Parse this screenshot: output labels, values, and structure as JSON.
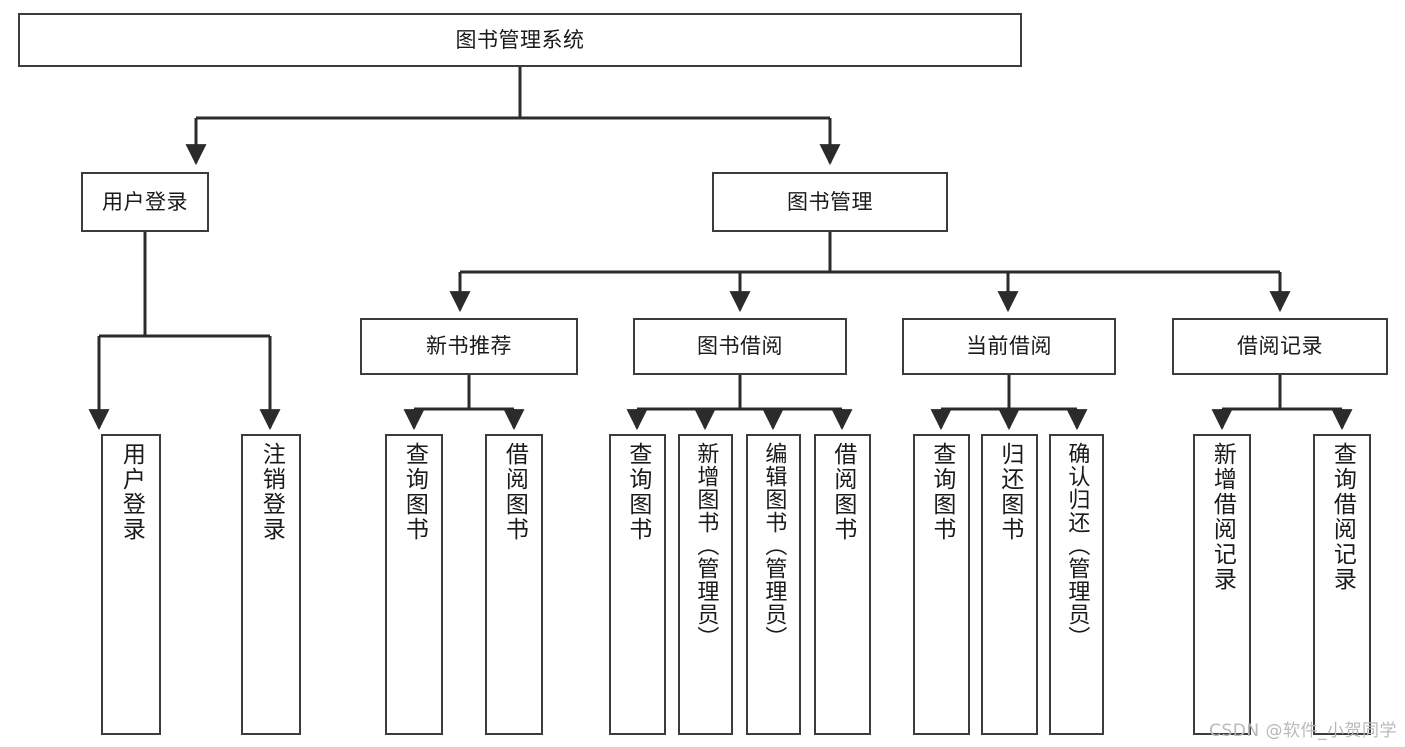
{
  "diagram": {
    "type": "hierarchy-tree",
    "title": "图书管理系统",
    "root": {
      "label": "图书管理系统"
    },
    "level2": [
      {
        "label": "用户登录"
      },
      {
        "label": "图书管理"
      }
    ],
    "level3": [
      {
        "label": "新书推荐"
      },
      {
        "label": "图书借阅"
      },
      {
        "label": "当前借阅"
      },
      {
        "label": "借阅记录"
      }
    ],
    "leaves": {
      "user_login": [
        {
          "label": "用户登录"
        },
        {
          "label": "注销登录"
        }
      ],
      "new_book_recommend": [
        {
          "label": "查询图书"
        },
        {
          "label": "借阅图书"
        }
      ],
      "book_borrow": [
        {
          "label": "查询图书"
        },
        {
          "label": "新增图书（管理员）"
        },
        {
          "label": "编辑图书（管理员）"
        },
        {
          "label": "借阅图书"
        }
      ],
      "current_borrow": [
        {
          "label": "查询图书"
        },
        {
          "label": "归还图书"
        },
        {
          "label": "确认归还（管理员）"
        }
      ],
      "borrow_record": [
        {
          "label": "新增借阅记录"
        },
        {
          "label": "查询借阅记录"
        }
      ]
    }
  },
  "watermark": {
    "text": "CSDN @软件_小贺同学"
  },
  "colors": {
    "border": "#3c3c3c",
    "text": "#1a1a1a",
    "background": "#ffffff",
    "watermark": "#b9b9b9"
  }
}
